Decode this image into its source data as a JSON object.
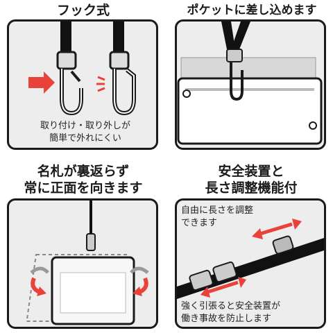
{
  "panels": {
    "hook": {
      "heading": "フック式",
      "caption_line1": "取り付け・取り外しが",
      "caption_line2": "簡単で外れにくい"
    },
    "pocket": {
      "heading": "ポケットに差し込めます"
    },
    "front": {
      "heading_line1": "名札が裏返らず",
      "heading_line2": "常に正面を向きます"
    },
    "safety": {
      "heading_line1": "安全装置と",
      "heading_line2": "長さ調整機能付",
      "caption_top_line1": "自由に長さを調整",
      "caption_top_line2": "できます",
      "caption_bottom_line1": "強く引張ると安全装置が",
      "caption_bottom_line2": "働き事故を防止します"
    }
  },
  "colors": {
    "accent": "#e8423a",
    "outline": "#1a1a1a",
    "panel_bg": "#ededed",
    "strap": "#111111",
    "hardware": "#9a9a9a"
  }
}
